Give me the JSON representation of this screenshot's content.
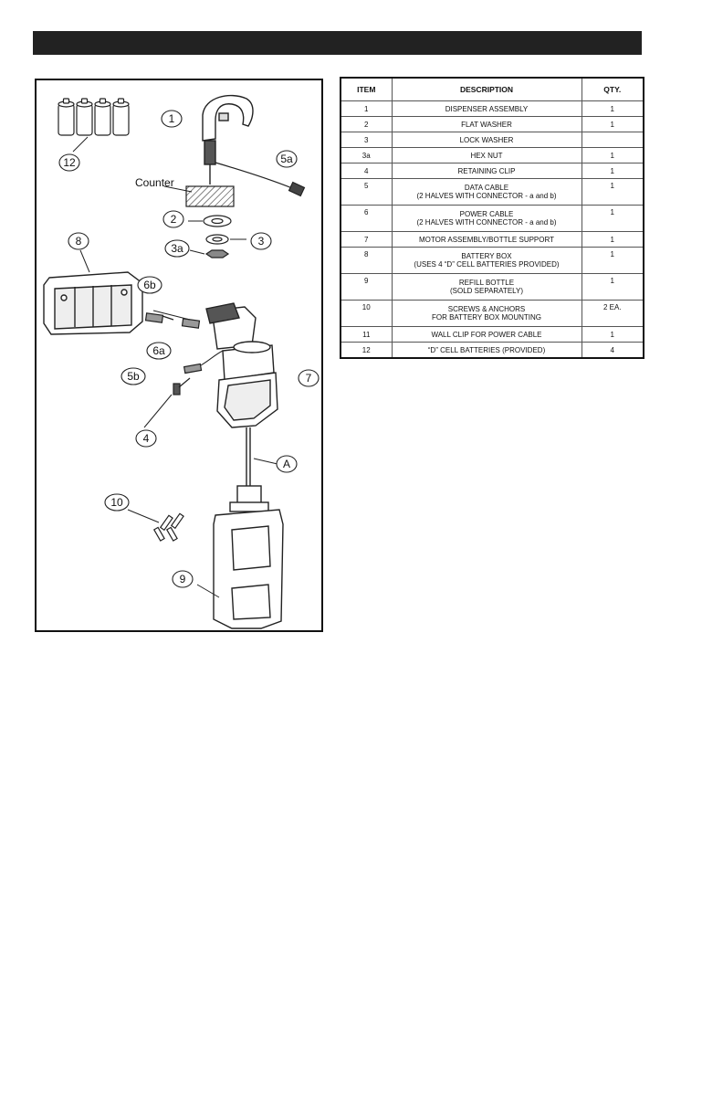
{
  "diagram": {
    "callouts": {
      "c12": "12",
      "c1": "1",
      "c5a": "5a",
      "c2": "2",
      "c3": "3",
      "c3a": "3a",
      "c8": "8",
      "c6b": "6b",
      "c6a": "6a",
      "c5b": "5b",
      "c7": "7",
      "c4": "4",
      "cA": "A",
      "c10": "10",
      "c9": "9"
    },
    "counter_label": "Counter"
  },
  "table": {
    "headers": {
      "item": "ITEM",
      "description": "DESCRIPTION",
      "qty": "QTY."
    },
    "rows": [
      {
        "item": "1",
        "desc1": "DISPENSER ASSEMBLY",
        "desc2": "",
        "qty": "1"
      },
      {
        "item": "2",
        "desc1": "FLAT WASHER",
        "desc2": "",
        "qty": "1"
      },
      {
        "item": "3",
        "desc1": "LOCK WASHER",
        "desc2": "",
        "qty": ""
      },
      {
        "item": "3a",
        "desc1": "HEX NUT",
        "desc2": "",
        "qty": "1"
      },
      {
        "item": "4",
        "desc1": "RETAINING CLIP",
        "desc2": "",
        "qty": "1"
      },
      {
        "item": "5",
        "desc1": "DATA CABLE",
        "desc2": "(2 HALVES WITH CONNECTOR - a and b)",
        "qty": "1"
      },
      {
        "item": "6",
        "desc1": "POWER CABLE",
        "desc2": "(2 HALVES WITH CONNECTOR - a and b)",
        "qty": "1"
      },
      {
        "item": "7",
        "desc1": "MOTOR ASSEMBLY/BOTTLE SUPPORT",
        "desc2": "",
        "qty": "1"
      },
      {
        "item": "8",
        "desc1": "BATTERY BOX",
        "desc2": "(USES 4 “D” CELL BATTERIES PROVIDED)",
        "qty": "1"
      },
      {
        "item": "9",
        "desc1": "REFILL BOTTLE",
        "desc2": "(SOLD SEPARATELY)",
        "qty": "1"
      },
      {
        "item": "10",
        "desc1": "SCREWS & ANCHORS",
        "desc2": "FOR BATTERY BOX MOUNTING",
        "qty": "2 EA."
      },
      {
        "item": "11",
        "desc1": "WALL CLIP FOR POWER CABLE",
        "desc2": "",
        "qty": "1"
      },
      {
        "item": "12",
        "desc1": "“D” CELL BATTERIES (PROVIDED)",
        "desc2": "",
        "qty": "4"
      }
    ]
  }
}
